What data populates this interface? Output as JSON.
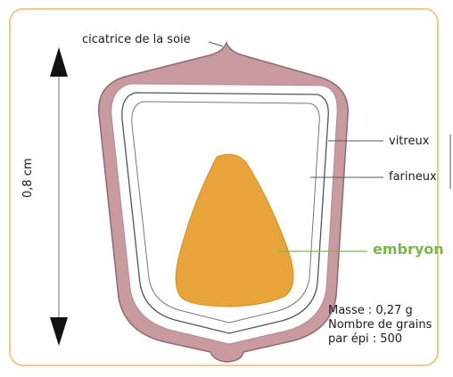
{
  "labels": {
    "scar": "cicatrice de la soie",
    "vitreux": "vitreux",
    "farineux": "farineux",
    "embryon": "embryon",
    "measure": "0,8 cm"
  },
  "info": {
    "mass": "Masse : 0,27 g",
    "grains_line1": "Nombre de grains",
    "grains_line2": "par épi : 500"
  },
  "colors": {
    "frame": "#f2c98a",
    "hull": "#c99aa0",
    "embryon": "#e8a33b",
    "embryon_label": "#7ab648"
  }
}
